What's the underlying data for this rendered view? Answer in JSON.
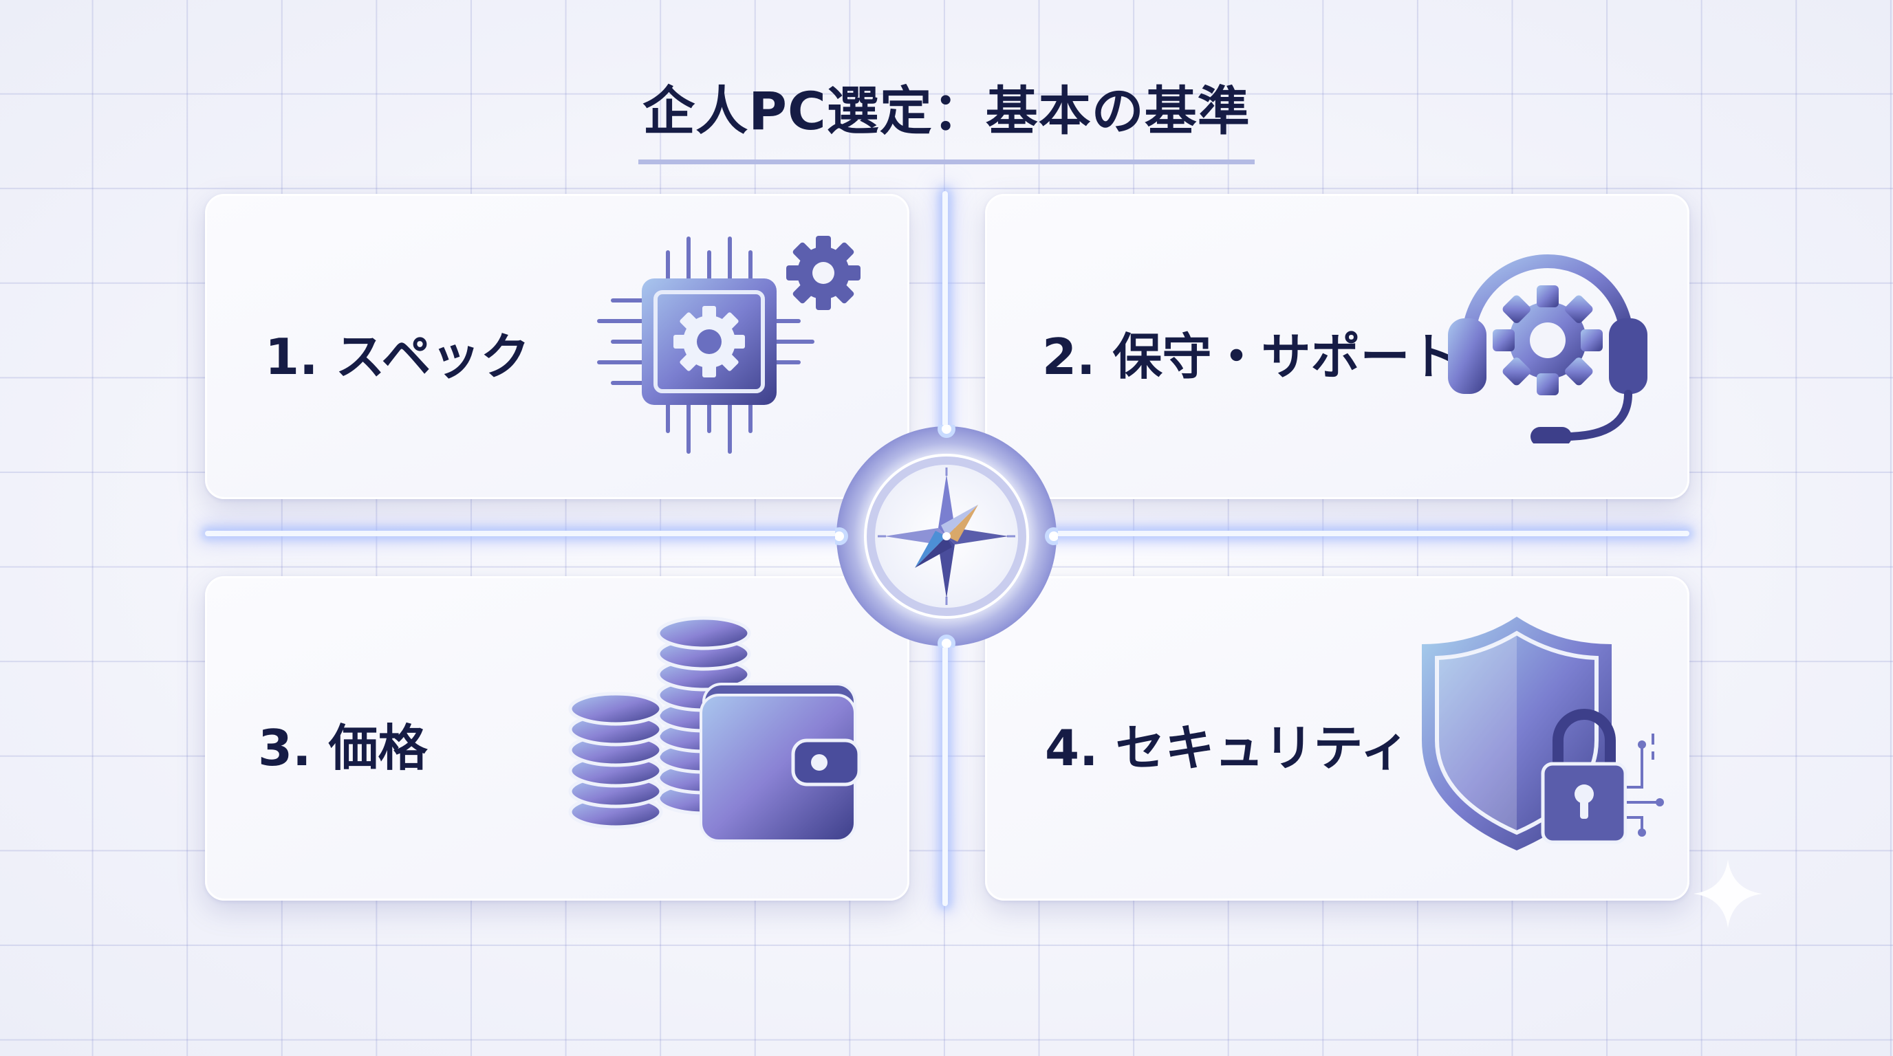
{
  "title": "企人PC選定：基本の基準",
  "cards": [
    {
      "label": "1. スペック",
      "icon": "cpu-chip-gear-icon"
    },
    {
      "label": "2. 保守・サポート",
      "icon": "headset-gear-icon"
    },
    {
      "label": "3. 価格",
      "icon": "coins-wallet-icon"
    },
    {
      "label": "4. セキュリティ",
      "icon": "shield-lock-icon"
    }
  ],
  "center": {
    "icon": "compass-icon"
  },
  "decor": {
    "icon": "sparkle-icon"
  },
  "colors": {
    "text": "#161c45",
    "accent_dark": "#3d3f8a",
    "accent_mid": "#7a7fd0",
    "accent_light": "#a9c6ee",
    "glow": "#cfe0ff"
  }
}
